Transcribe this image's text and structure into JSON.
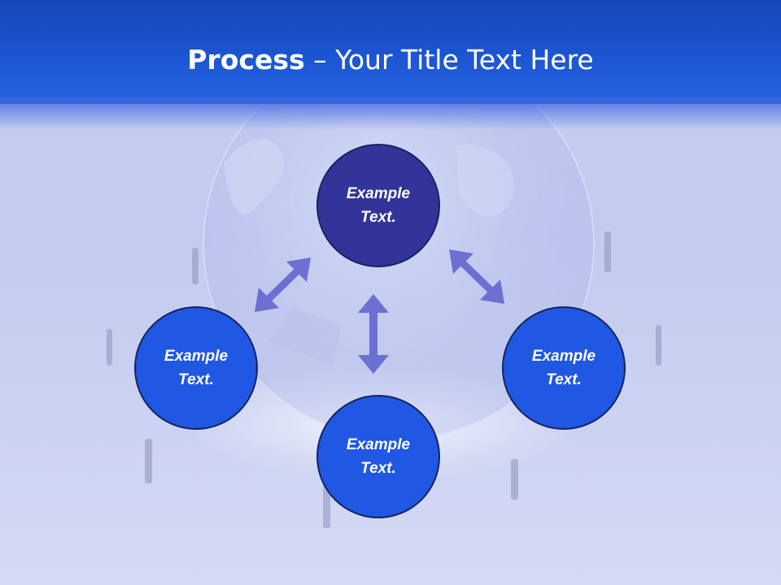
{
  "slide": {
    "title_bold": "Process",
    "title_rest": " – Your Title Text Here"
  },
  "process": {
    "top": "Example Text.",
    "left": "Example Text.",
    "right": "Example Text.",
    "bottom": "Example Text."
  },
  "colors": {
    "title_bar": "#1d57d4",
    "circle_top": "#33349a",
    "circle_others": "#2057e3",
    "arrows": "#6b70d2"
  },
  "icons": [
    "globe-illustration",
    "double-arrow-icon"
  ]
}
